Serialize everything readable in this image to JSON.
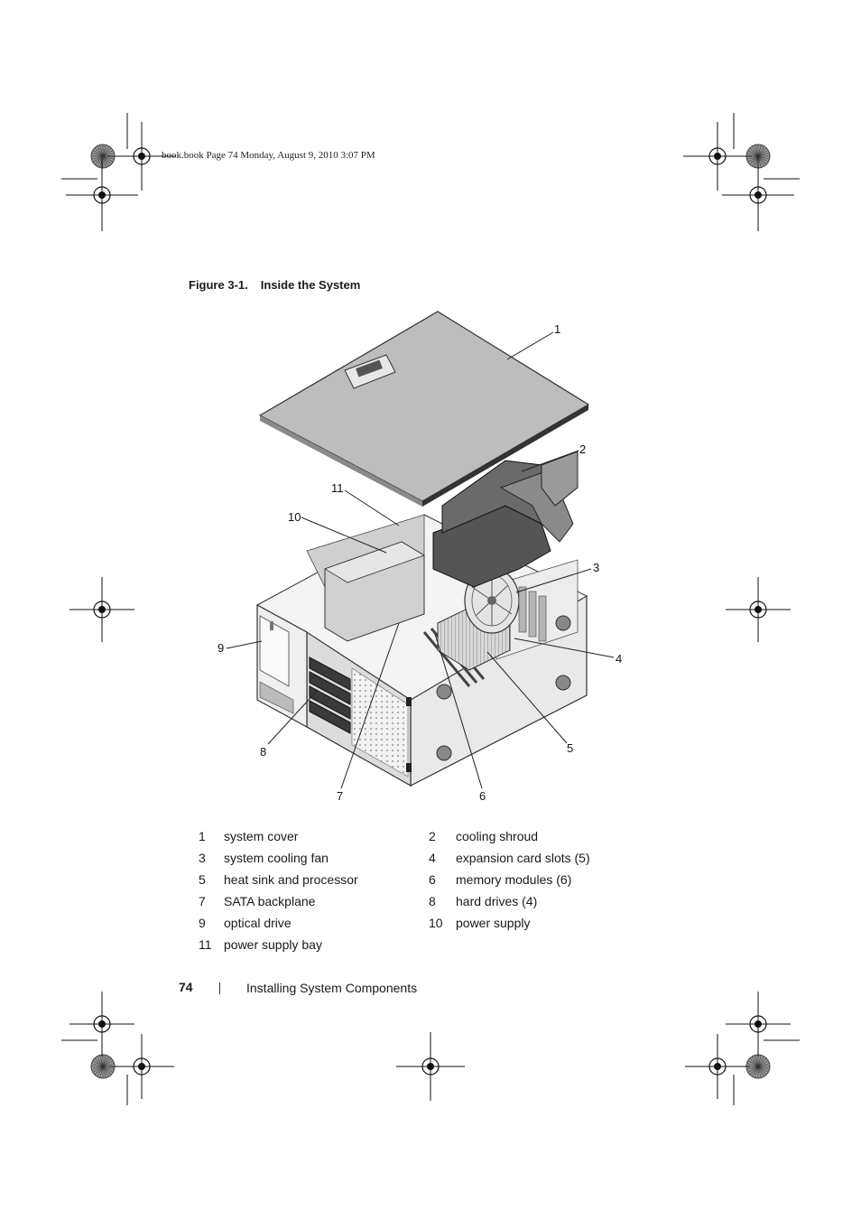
{
  "header": {
    "slug": "book.book  Page 74  Monday, August 9, 2010  3:07 PM"
  },
  "figure": {
    "caption_label": "Figure 3-1.",
    "caption_title": "Inside the System",
    "callouts": [
      "1",
      "2",
      "3",
      "4",
      "5",
      "6",
      "7",
      "8",
      "9",
      "10",
      "11"
    ]
  },
  "legend": [
    {
      "num": "1",
      "text": "system cover"
    },
    {
      "num": "2",
      "text": "cooling shroud"
    },
    {
      "num": "3",
      "text": "system cooling fan"
    },
    {
      "num": "4",
      "text": "expansion card slots (5)"
    },
    {
      "num": "5",
      "text": "heat sink and processor"
    },
    {
      "num": "6",
      "text": "memory modules (6)"
    },
    {
      "num": "7",
      "text": "SATA backplane"
    },
    {
      "num": "8",
      "text": "hard drives (4)"
    },
    {
      "num": "9",
      "text": "optical drive"
    },
    {
      "num": "10",
      "text": "power supply"
    },
    {
      "num": "11",
      "text": "power supply bay"
    }
  ],
  "footer": {
    "page_number": "74",
    "section": "Installing System Components"
  }
}
